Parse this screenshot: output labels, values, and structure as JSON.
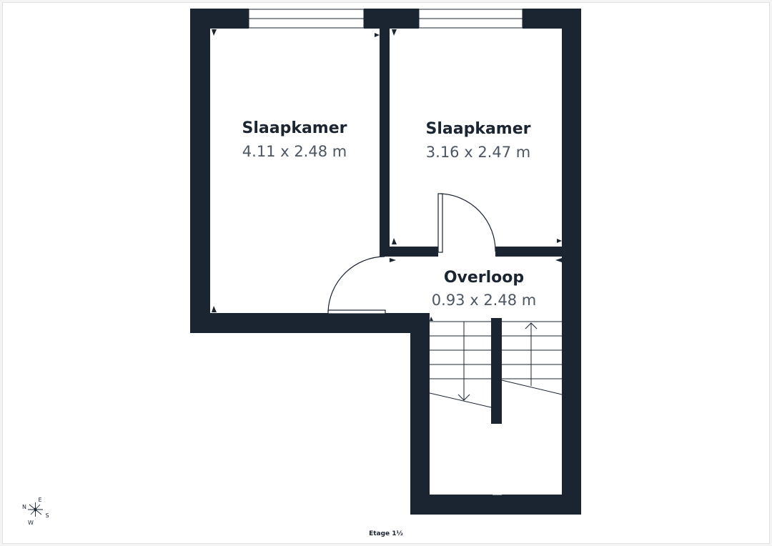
{
  "colors": {
    "wall": "#1b2431",
    "room_name": "#1b2431",
    "room_dim": "#4d5663",
    "line": "#1b2431",
    "background": "#ffffff"
  },
  "rooms": [
    {
      "name": "Slaapkamer",
      "dimensions": "4.11 x 2.48 m"
    },
    {
      "name": "Slaapkamer",
      "dimensions": "3.16 x 2.47 m"
    },
    {
      "name": "Overloop",
      "dimensions": "0.93 x 2.48 m"
    }
  ],
  "compass": {
    "n": "N",
    "e": "E",
    "s": "S",
    "w": "W",
    "icon": "compass-rose-icon"
  },
  "floor_label": "Etage 1½"
}
